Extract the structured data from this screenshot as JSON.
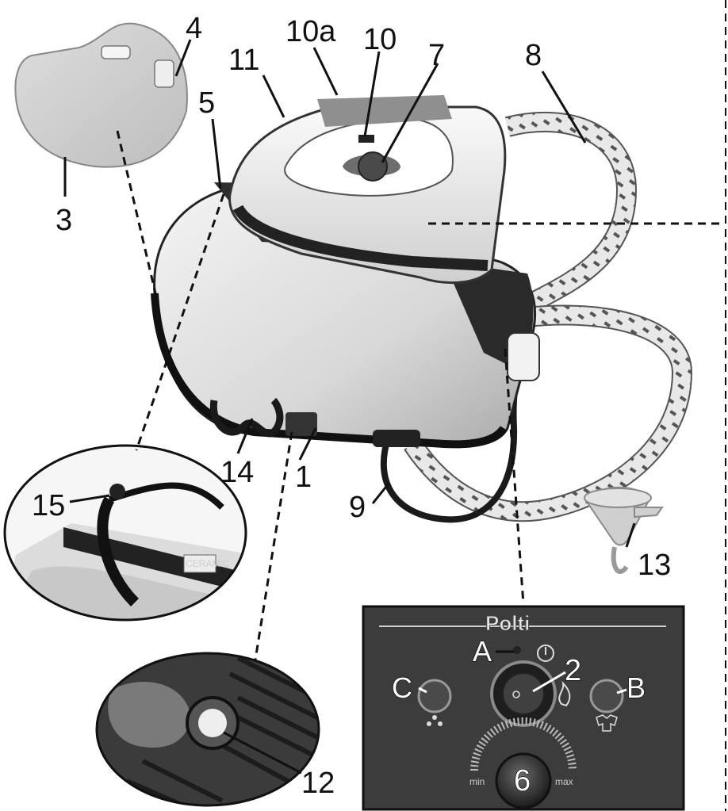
{
  "callouts": {
    "c1": "1",
    "c2": "2",
    "c3": "3",
    "c4": "4",
    "c5": "5",
    "c6": "6",
    "c7": "7",
    "c8": "8",
    "c9": "9",
    "c10": "10",
    "c10a": "10a",
    "c11": "11",
    "c12": "12",
    "c13": "13",
    "c14": "14",
    "c15": "15",
    "cA": "A",
    "cB": "B",
    "cC": "C"
  },
  "panel": {
    "brand": "Polti",
    "min_label": "min",
    "max_label": "max"
  },
  "inset15": {
    "badge_text": "CERAMIC"
  },
  "icons": {
    "power": "power-icon",
    "heat": "flame-icon",
    "water": "water-drops-icon",
    "steam": "steam-shirt-icon"
  }
}
